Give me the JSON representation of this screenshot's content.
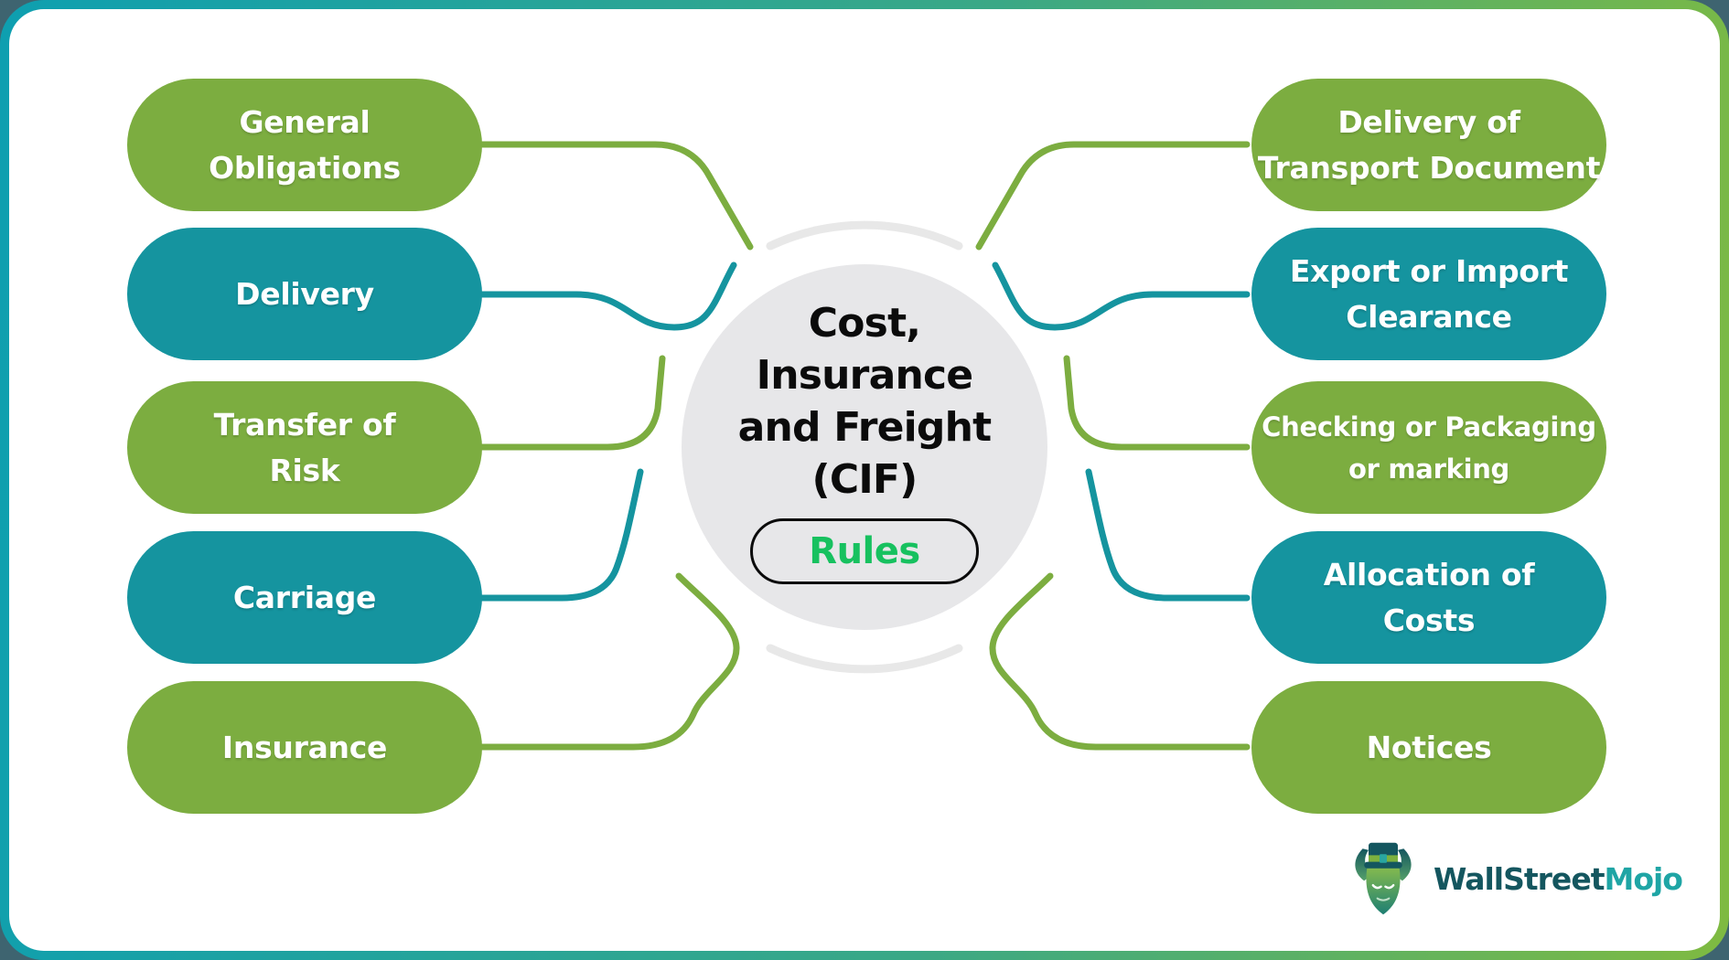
{
  "diagram_title": "Cost, Insurance and Freight (CIF) Rules",
  "center": {
    "title_lines": [
      "Cost,",
      "Insurance",
      "and Freight",
      "(CIF)"
    ],
    "title": "Cost, Insurance and Freight (CIF)",
    "button_label": "Rules"
  },
  "left_items": [
    {
      "label": "General Obligations",
      "lines": [
        "General",
        "Obligations"
      ],
      "color": "#7cad40"
    },
    {
      "label": "Delivery",
      "lines": [
        "Delivery"
      ],
      "color": "#15949f"
    },
    {
      "label": "Transfer of Risk",
      "lines": [
        "Transfer of",
        "Risk"
      ],
      "color": "#7cad40"
    },
    {
      "label": "Carriage",
      "lines": [
        "Carriage"
      ],
      "color": "#15949f"
    },
    {
      "label": "Insurance",
      "lines": [
        "Insurance"
      ],
      "color": "#7cad40"
    }
  ],
  "right_items": [
    {
      "label": "Delivery of Transport Document",
      "lines": [
        "Delivery of",
        "Transport Document"
      ],
      "color": "#7cad40"
    },
    {
      "label": "Export or Import Clearance",
      "lines": [
        "Export or Import",
        "Clearance"
      ],
      "color": "#15949f"
    },
    {
      "label": "Checking or Packaging or marking",
      "lines": [
        "Checking or Packaging",
        "or marking"
      ],
      "color": "#7cad40"
    },
    {
      "label": "Allocation of Costs",
      "lines": [
        "Allocation of",
        "Costs"
      ],
      "color": "#15949f"
    },
    {
      "label": "Notices",
      "lines": [
        "Notices"
      ],
      "color": "#7cad40"
    }
  ],
  "logo": {
    "brand_part1": "WallStreet",
    "brand_part2": "Mojo",
    "icon": "bull-with-top-hat"
  },
  "colors": {
    "pill_green": "#7cad40",
    "pill_teal": "#15949f",
    "rules_green": "#17c15f",
    "hub_fill": "#e7e7e9",
    "ring_gray": "#e8e8e8",
    "border_gradient_start": "#0e9fb0",
    "border_gradient_end": "#7fba41",
    "page_corner_dark": "#3e6470",
    "logo_dark": "#14565f",
    "logo_teal": "#1fa5a5"
  }
}
